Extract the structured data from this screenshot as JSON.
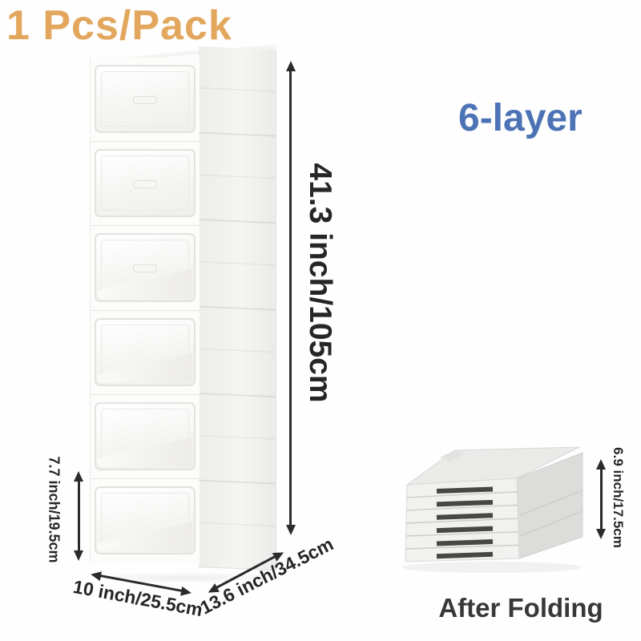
{
  "header": {
    "pack_label": "1 Pcs/Pack",
    "layer_label": "6-layer"
  },
  "dimensions": {
    "total_height": "41.3 inch/105cm",
    "layer_height": "7.7 inch/19.5cm",
    "width": "10 inch/25.5cm",
    "depth": "13.6 inch/34.5cm",
    "folded_height": "6.9 inch/17.5cm"
  },
  "folded": {
    "caption": "After Folding"
  },
  "product": {
    "layers": 6
  },
  "colors": {
    "accent_orange": "#E2A75D",
    "accent_blue": "#4C73B5",
    "dimension_text": "#262626",
    "caption_text": "#383838"
  }
}
